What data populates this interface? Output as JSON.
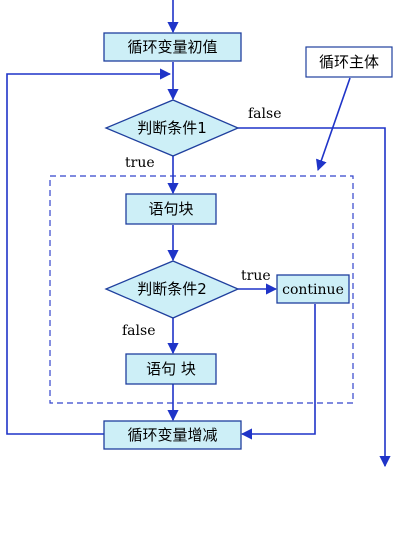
{
  "nodes": {
    "init": "循环变量初值",
    "cond1": "判断条件1",
    "block1": "语句块",
    "cond2": "判断条件2",
    "continue": "continue",
    "block2": "语句 块",
    "update": "循环变量增减",
    "loop_body_label": "循环主体"
  },
  "edges": {
    "cond1_false": "false",
    "cond1_true": "true",
    "cond2_true": "true",
    "cond2_false": "false"
  },
  "colors": {
    "node_fill": "#cdeff7",
    "node_stroke": "#1f3f9e",
    "arrow": "#1f34c8"
  }
}
